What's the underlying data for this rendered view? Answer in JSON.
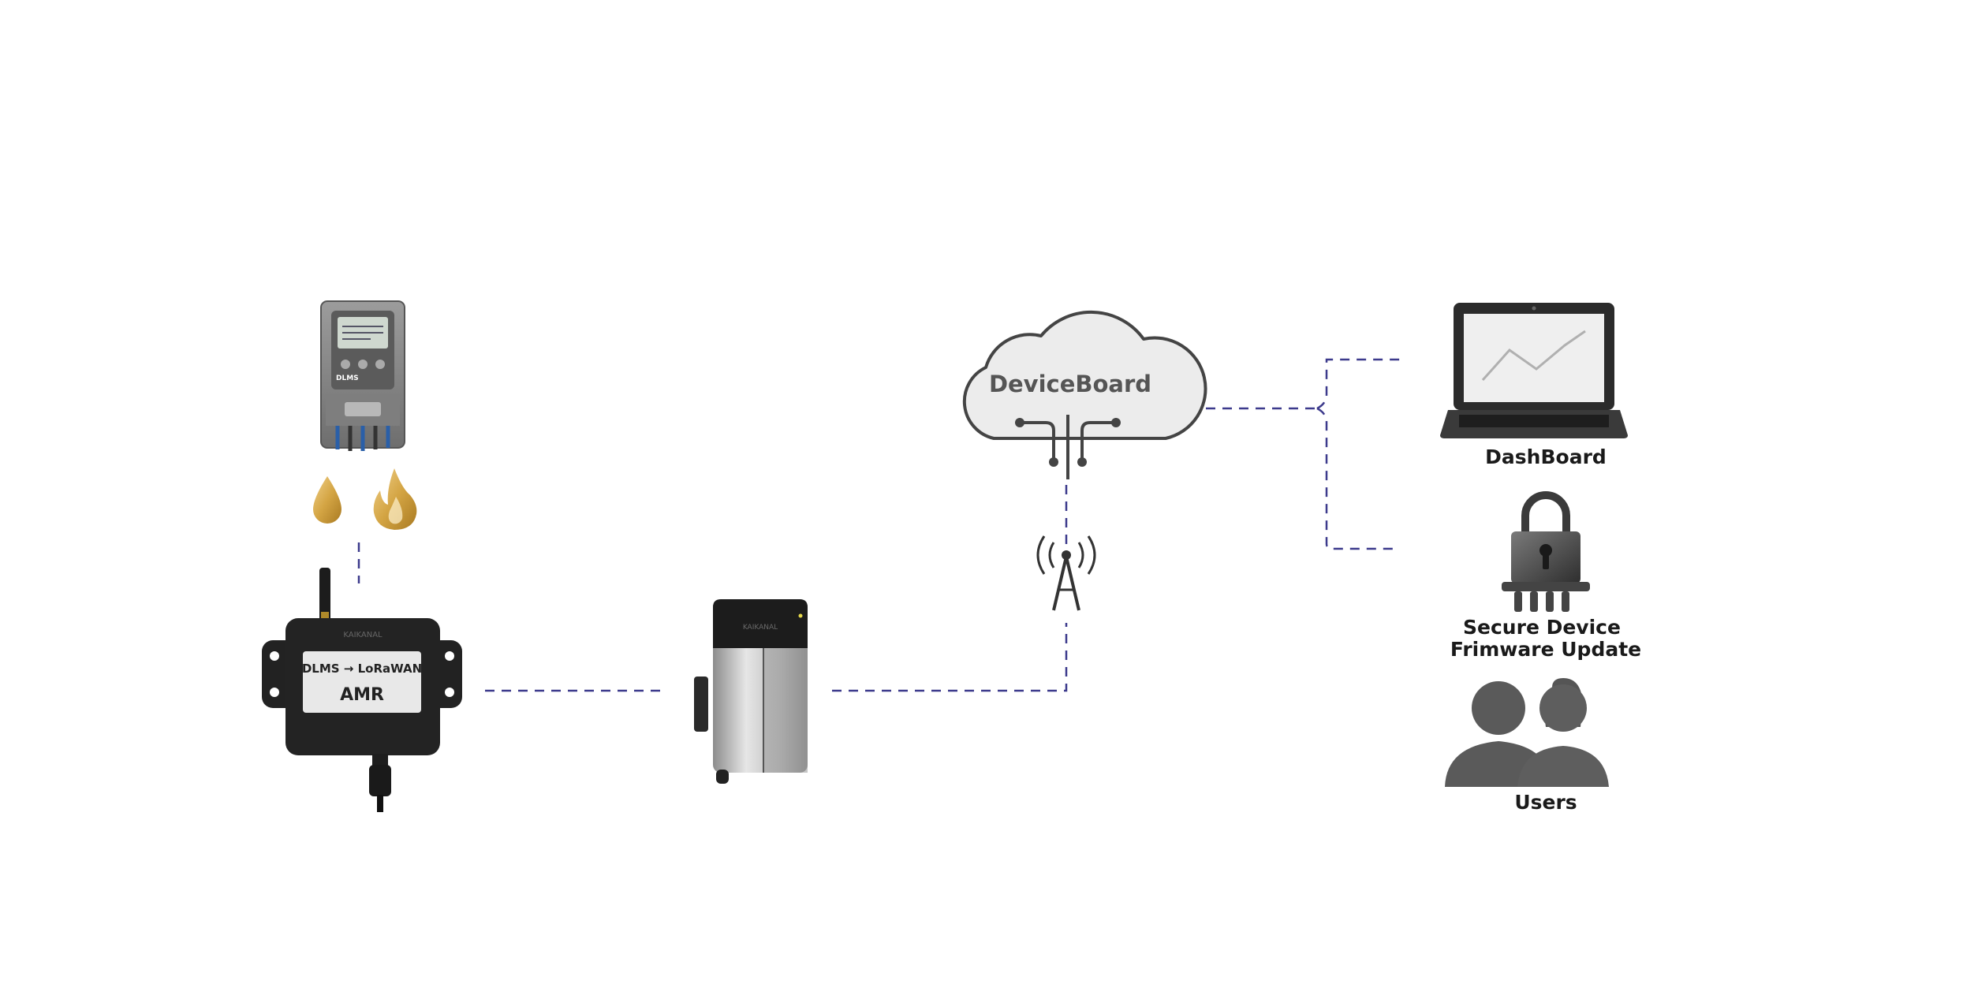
{
  "diagram": {
    "cloud_label": "DeviceBoard",
    "meter": {
      "brand": "DLMS",
      "icons": [
        "oil-drop-icon",
        "flame-icon"
      ]
    },
    "amr": {
      "line1": "DLMS → LoRaWAN",
      "line2": "AMR",
      "brand": "KAIKANAL"
    },
    "gateway": {
      "brand": "KAIKANAL"
    },
    "tower": {
      "icon": "cell-tower-icon"
    },
    "outputs": {
      "dashboard_label": "DashBoard",
      "fota_line1": "Secure Device",
      "fota_line2": "Frimware Update",
      "users_label": "Users"
    },
    "colors": {
      "connector": "#3c3a8c",
      "device_dark": "#1f1f1f",
      "cloud_fill": "#ececec",
      "cloud_stroke": "#444444",
      "icon_gold": "#c99a3a",
      "users_gray": "#5a5a5a"
    }
  }
}
